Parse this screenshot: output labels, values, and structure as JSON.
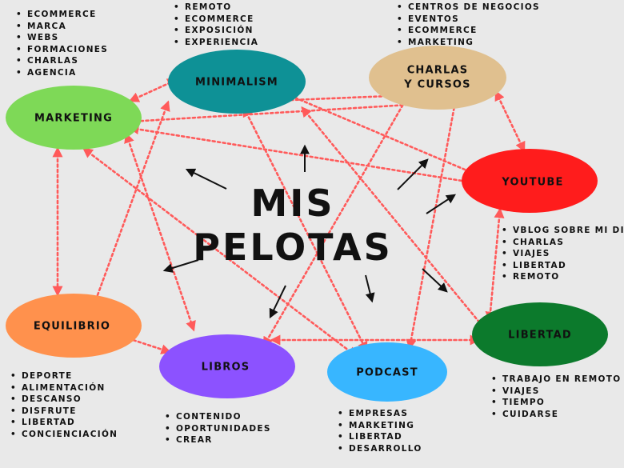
{
  "title": {
    "line1": "MIS",
    "line2": "PELOTAS"
  },
  "nodes": {
    "marketing": {
      "label": "MARKETING",
      "color": "#7ed957"
    },
    "minimalism": {
      "label": "MINIMALISM",
      "color": "#0e9196"
    },
    "charlas": {
      "label1": "CHARLAS",
      "label2": "Y CURSOS",
      "color": "#e0c08f"
    },
    "youtube": {
      "label": "YOUTUBE",
      "color": "#ff1c1c"
    },
    "libertad": {
      "label": "LIBERTAD",
      "color": "#0c7a2c"
    },
    "podcast": {
      "label": "PODCAST",
      "color": "#38b6ff"
    },
    "libros": {
      "label": "LIBROS",
      "color": "#8c52ff"
    },
    "equilibrio": {
      "label": "EQUILIBRIO",
      "color": "#ff914d"
    }
  },
  "lists": {
    "marketing": [
      "ECOMMERCE",
      "MARCA",
      "WEBS",
      "FORMACIONES",
      "CHARLAS",
      "AGENCIA"
    ],
    "minimalism": [
      "REMOTO",
      "ECOMMERCE",
      "EXPOSICIÓN",
      "EXPERIENCIA"
    ],
    "charlas": [
      "CENTROS DE NEGOCIOS",
      "EVENTOS",
      "ECOMMERCE",
      "MARKETING"
    ],
    "youtube": [
      "VBLOG SOBRE MI DIA",
      "CHARLAS",
      "VIAJES",
      "LIBERTAD",
      "REMOTO"
    ],
    "libertad": [
      "TRABAJO EN REMOTO",
      "VIAJES",
      "TIEMPO",
      "CUIDARSE"
    ],
    "podcast": [
      "EMPRESAS",
      "MARKETING",
      "LIBERTAD",
      "DESARROLLO"
    ],
    "libros": [
      "CONTENIDO",
      "OPORTUNIDADES",
      "CREAR"
    ],
    "equilibrio": [
      "DEPORTE",
      "ALIMENTACIÓN",
      "DESCANSO",
      "DISFRUTE",
      "LIBERTAD",
      "CONCIENCIACIÓN"
    ]
  },
  "colors": {
    "background": "#e9e9e9",
    "connector": "#ff5a5a",
    "center_arrow": "#111111",
    "text": "#111111"
  }
}
